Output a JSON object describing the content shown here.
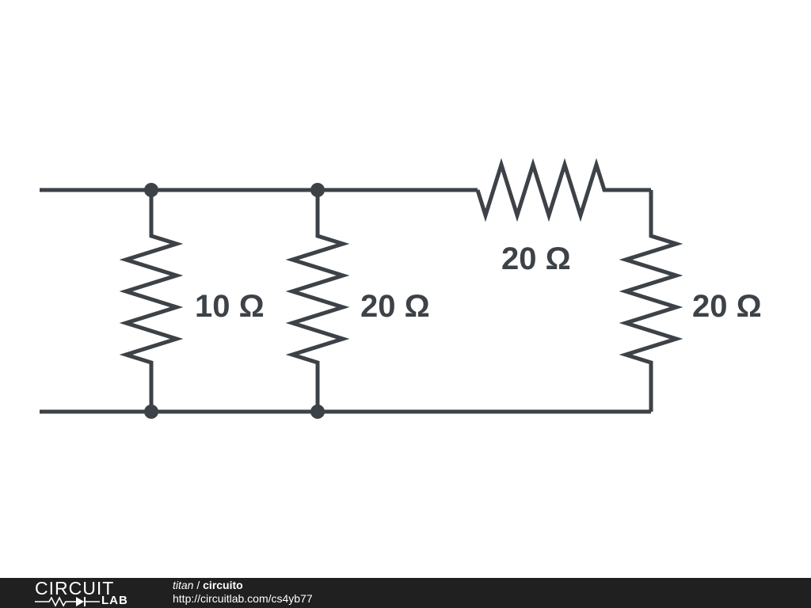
{
  "circuit": {
    "resistors": [
      {
        "label": "10 Ω"
      },
      {
        "label": "20 Ω"
      },
      {
        "label": "20 Ω"
      },
      {
        "label": "20 Ω"
      }
    ]
  },
  "footer": {
    "logo_top": "CIRCUIT",
    "logo_bottom": "LAB",
    "author": "titan",
    "separator": " / ",
    "title": "circuito",
    "url": "http://circuitlab.com/cs4yb77"
  },
  "colors": {
    "wire": "#3c4247",
    "footer_bg": "#202020",
    "footer_text": "#ffffff"
  }
}
